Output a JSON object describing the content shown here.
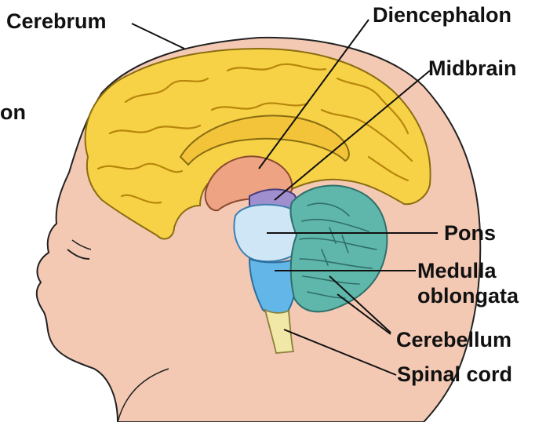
{
  "labels": {
    "cerebrum": "Cerebrum",
    "diencephalon": "Diencephalon",
    "midbrain": "Midbrain",
    "pons": "Pons",
    "medulla_line1": "Medulla",
    "medulla_line2": "oblongata",
    "cerebellum": "Cerebellum",
    "spinal_cord": "Spinal cord",
    "cut_off_left": "on"
  },
  "colors": {
    "skin": "#f4c9b4",
    "skin_outline": "#222222",
    "cerebrum": "#f7d247",
    "cerebrum_fold": "#b8860b",
    "diencephalon": "#eea382",
    "midbrain": "#9f8fcf",
    "pons": "#cfe6f7",
    "medulla": "#62b7e8",
    "cerebellum": "#5fb6ab",
    "spinal_cord": "#f1e8a8"
  }
}
